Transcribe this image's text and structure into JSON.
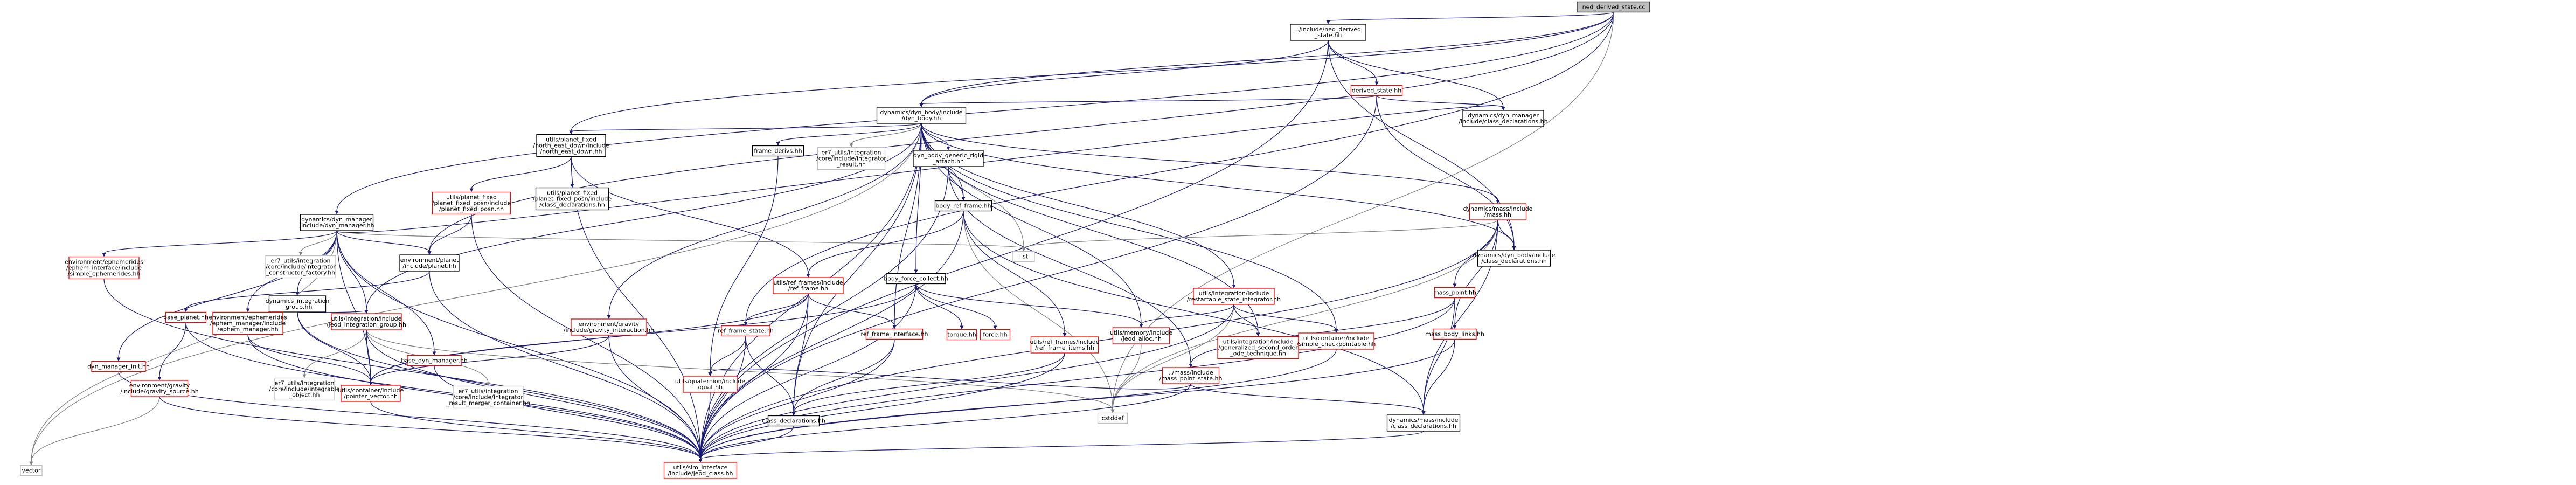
{
  "colors": {
    "root_fill": "#bfbfbf",
    "default_fill": "#ffffff",
    "default_stroke": "#000000",
    "missing_stroke": "#ff0000",
    "external_stroke": "#bfbfbf",
    "edge": "#191970",
    "edge_gray": "#7f7f7f"
  },
  "nodes": [
    {
      "id": "n1",
      "lines": [
        "ned_derived_state.cc"
      ],
      "kind": "root"
    },
    {
      "id": "n2",
      "lines": [
        "../include/ned_derived",
        "_state.hh"
      ],
      "kind": "default"
    },
    {
      "id": "n3",
      "lines": [
        "derived_state.hh"
      ],
      "kind": "missing"
    },
    {
      "id": "n4",
      "lines": [
        "dynamics/dyn_manager",
        "/include/class_declarations.hh"
      ],
      "kind": "default"
    },
    {
      "id": "n5",
      "lines": [
        "dynamics/dyn_body/include",
        "/dyn_body.hh"
      ],
      "kind": "default"
    },
    {
      "id": "n6",
      "lines": [
        "utils/planet_fixed",
        "/north_east_down/include",
        "/north_east_down.hh"
      ],
      "kind": "default"
    },
    {
      "id": "n7",
      "lines": [
        "frame_derivs.hh"
      ],
      "kind": "default"
    },
    {
      "id": "n8",
      "lines": [
        "er7_utils/integration",
        "/core/include/integrator",
        "_result.hh"
      ],
      "kind": "external"
    },
    {
      "id": "n9",
      "lines": [
        "dyn_body_generic_rigid",
        "_attach.hh"
      ],
      "kind": "default"
    },
    {
      "id": "n10",
      "lines": [
        "dynamics/mass/include",
        "/mass.hh"
      ],
      "kind": "missing"
    },
    {
      "id": "n11",
      "lines": [
        "dynamics/dyn_manager",
        "/include/dyn_manager.hh"
      ],
      "kind": "default"
    },
    {
      "id": "n12",
      "lines": [
        "utils/planet_fixed",
        "/planet_fixed_posn/include",
        "/planet_fixed_posn.hh"
      ],
      "kind": "missing"
    },
    {
      "id": "n13",
      "lines": [
        "utils/planet_fixed",
        "/planet_fixed_posn/include",
        "/class_declarations.hh"
      ],
      "kind": "default"
    },
    {
      "id": "n14",
      "lines": [
        "body_ref_frame.hh"
      ],
      "kind": "default"
    },
    {
      "id": "n15",
      "lines": [
        "environment/ephemerides",
        "/ephem_interface/include",
        "/simple_ephemerides.hh"
      ],
      "kind": "missing"
    },
    {
      "id": "n16",
      "lines": [
        "er7_utils/integration",
        "/core/include/integrator",
        "_constructor_factory.hh"
      ],
      "kind": "external"
    },
    {
      "id": "n17",
      "lines": [
        "dynamics_integration",
        "_group.hh"
      ],
      "kind": "default"
    },
    {
      "id": "n18",
      "lines": [
        "environment/planet",
        "/include/planet.hh"
      ],
      "kind": "default"
    },
    {
      "id": "n19",
      "lines": [
        "list"
      ],
      "kind": "external"
    },
    {
      "id": "n20",
      "lines": [
        "dynamics/dyn_body/include",
        "/class_declarations.hh"
      ],
      "kind": "default"
    },
    {
      "id": "n21",
      "lines": [
        "utils/ref_frames/include",
        "/ref_frame.hh"
      ],
      "kind": "missing"
    },
    {
      "id": "n22",
      "lines": [
        "body_force_collect.hh"
      ],
      "kind": "default"
    },
    {
      "id": "n23",
      "lines": [
        "utils/integration/include",
        "/restartable_state_integrator.hh"
      ],
      "kind": "missing"
    },
    {
      "id": "n24",
      "lines": [
        "mass_point.hh"
      ],
      "kind": "missing"
    },
    {
      "id": "n25",
      "lines": [
        "base_planet.hh"
      ],
      "kind": "missing"
    },
    {
      "id": "n26",
      "lines": [
        "environment/ephemerides",
        "/ephem_manager/include",
        "/ephem_manager.hh"
      ],
      "kind": "missing"
    },
    {
      "id": "n27",
      "lines": [
        "utils/integration/include",
        "/jeod_integration_group.hh"
      ],
      "kind": "missing"
    },
    {
      "id": "n28",
      "lines": [
        "environment/gravity",
        "/include/gravity_interaction.hh"
      ],
      "kind": "missing"
    },
    {
      "id": "n29",
      "lines": [
        "ref_frame_state.hh"
      ],
      "kind": "missing"
    },
    {
      "id": "n30",
      "lines": [
        "ref_frame_interface.hh"
      ],
      "kind": "missing"
    },
    {
      "id": "n31",
      "lines": [
        "torque.hh"
      ],
      "kind": "missing"
    },
    {
      "id": "n32",
      "lines": [
        "force.hh"
      ],
      "kind": "missing"
    },
    {
      "id": "n33",
      "lines": [
        "utils/ref_frames/include",
        "/ref_frame_items.hh"
      ],
      "kind": "missing"
    },
    {
      "id": "n34",
      "lines": [
        "utils/memory/include",
        "/jeod_alloc.hh"
      ],
      "kind": "missing"
    },
    {
      "id": "n35",
      "lines": [
        "../mass/include",
        "/mass_point_state.hh"
      ],
      "kind": "missing"
    },
    {
      "id": "n36",
      "lines": [
        "utils/integration/include",
        "/generalized_second_order",
        "_ode_technique.hh"
      ],
      "kind": "missing"
    },
    {
      "id": "n37",
      "lines": [
        "utils/container/include",
        "/simple_checkpointable.hh"
      ],
      "kind": "missing"
    },
    {
      "id": "n38",
      "lines": [
        "mass_body_links.hh"
      ],
      "kind": "missing"
    },
    {
      "id": "n39",
      "lines": [
        "dyn_manager_init.hh"
      ],
      "kind": "missing"
    },
    {
      "id": "n40",
      "lines": [
        "environment/gravity",
        "/include/gravity_source.hh"
      ],
      "kind": "missing"
    },
    {
      "id": "n41",
      "lines": [
        "er7_utils/integration",
        "/core/include/integrable",
        "_object.hh"
      ],
      "kind": "external"
    },
    {
      "id": "n42",
      "lines": [
        "utils/container/include",
        "/pointer_vector.hh"
      ],
      "kind": "missing"
    },
    {
      "id": "n43",
      "lines": [
        "er7_utils/integration",
        "/core/include/integrator",
        "_result_merger_container.hh"
      ],
      "kind": "external"
    },
    {
      "id": "n44",
      "lines": [
        "base_dyn_manager.hh"
      ],
      "kind": "missing"
    },
    {
      "id": "n45",
      "lines": [
        "utils/quaternion/include",
        "/quat.hh"
      ],
      "kind": "missing"
    },
    {
      "id": "n46",
      "lines": [
        "class_declarations.hh"
      ],
      "kind": "default"
    },
    {
      "id": "n47",
      "lines": [
        "cstddef"
      ],
      "kind": "external"
    },
    {
      "id": "n48",
      "lines": [
        "dynamics/mass/include",
        "/class_declarations.hh"
      ],
      "kind": "default"
    },
    {
      "id": "n49",
      "lines": [
        "vector"
      ],
      "kind": "external"
    },
    {
      "id": "n50",
      "lines": [
        "utils/sim_interface",
        "/include/jeod_class.hh"
      ],
      "kind": "missing"
    }
  ],
  "edges": [
    [
      "n1",
      "n2"
    ],
    [
      "n1",
      "n5"
    ],
    [
      "n1",
      "n6"
    ],
    [
      "n1",
      "n11"
    ],
    [
      "n1",
      "n18"
    ],
    [
      "n1",
      "n29"
    ],
    [
      "n1",
      "n47"
    ],
    [
      "n2",
      "n3"
    ],
    [
      "n2",
      "n4"
    ],
    [
      "n2",
      "n5"
    ],
    [
      "n2",
      "n20"
    ],
    [
      "n2",
      "n50"
    ],
    [
      "n3",
      "n4"
    ],
    [
      "n3",
      "n5"
    ],
    [
      "n3",
      "n20"
    ],
    [
      "n3",
      "n50"
    ],
    [
      "n5",
      "n6"
    ],
    [
      "n5",
      "n7"
    ],
    [
      "n5",
      "n8"
    ],
    [
      "n5",
      "n9"
    ],
    [
      "n5",
      "n10"
    ],
    [
      "n5",
      "n14"
    ],
    [
      "n5",
      "n19"
    ],
    [
      "n5",
      "n22"
    ],
    [
      "n5",
      "n23"
    ],
    [
      "n5",
      "n27"
    ],
    [
      "n5",
      "n28"
    ],
    [
      "n5",
      "n30"
    ],
    [
      "n5",
      "n34"
    ],
    [
      "n5",
      "n36"
    ],
    [
      "n5",
      "n37"
    ],
    [
      "n5",
      "n49"
    ],
    [
      "n5",
      "n50"
    ],
    [
      "n5",
      "n46"
    ],
    [
      "n5",
      "n20"
    ],
    [
      "n6",
      "n12"
    ],
    [
      "n6",
      "n13"
    ],
    [
      "n6",
      "n21"
    ],
    [
      "n6",
      "n50"
    ],
    [
      "n7",
      "n45"
    ],
    [
      "n9",
      "n14"
    ],
    [
      "n9",
      "n35"
    ],
    [
      "n9",
      "n50"
    ],
    [
      "n10",
      "n24"
    ],
    [
      "n10",
      "n38"
    ],
    [
      "n10",
      "n19"
    ],
    [
      "n10",
      "n20"
    ],
    [
      "n10",
      "n47"
    ],
    [
      "n10",
      "n48"
    ],
    [
      "n10",
      "n50"
    ],
    [
      "n11",
      "n4"
    ],
    [
      "n11",
      "n15"
    ],
    [
      "n11",
      "n16"
    ],
    [
      "n11",
      "n17"
    ],
    [
      "n11",
      "n18"
    ],
    [
      "n11",
      "n19"
    ],
    [
      "n11",
      "n26"
    ],
    [
      "n11",
      "n27"
    ],
    [
      "n11",
      "n39"
    ],
    [
      "n11",
      "n44"
    ],
    [
      "n11",
      "n49"
    ],
    [
      "n11",
      "n50"
    ],
    [
      "n11",
      "n42"
    ],
    [
      "n12",
      "n18"
    ],
    [
      "n12",
      "n50"
    ],
    [
      "n14",
      "n21"
    ],
    [
      "n14",
      "n33"
    ],
    [
      "n14",
      "n47"
    ],
    [
      "n14",
      "n48"
    ],
    [
      "n14",
      "n50"
    ],
    [
      "n15",
      "n50"
    ],
    [
      "n17",
      "n27"
    ],
    [
      "n17",
      "n42"
    ],
    [
      "n17",
      "n50"
    ],
    [
      "n18",
      "n25"
    ],
    [
      "n18",
      "n50"
    ],
    [
      "n21",
      "n29"
    ],
    [
      "n21",
      "n30"
    ],
    [
      "n21",
      "n46"
    ],
    [
      "n21",
      "n50"
    ],
    [
      "n21",
      "n42"
    ],
    [
      "n22",
      "n31"
    ],
    [
      "n22",
      "n32"
    ],
    [
      "n22",
      "n34"
    ],
    [
      "n22",
      "n42"
    ],
    [
      "n22",
      "n50"
    ],
    [
      "n23",
      "n34"
    ],
    [
      "n23",
      "n36"
    ],
    [
      "n23",
      "n37"
    ],
    [
      "n23",
      "n47"
    ],
    [
      "n23",
      "n50"
    ],
    [
      "n24",
      "n35"
    ],
    [
      "n24",
      "n48"
    ],
    [
      "n24",
      "n50"
    ],
    [
      "n25",
      "n40"
    ],
    [
      "n25",
      "n50"
    ],
    [
      "n26",
      "n50"
    ],
    [
      "n26",
      "n42"
    ],
    [
      "n27",
      "n41"
    ],
    [
      "n27",
      "n43"
    ],
    [
      "n27",
      "n42"
    ],
    [
      "n27",
      "n47"
    ],
    [
      "n27",
      "n50"
    ],
    [
      "n28",
      "n42"
    ],
    [
      "n28",
      "n50"
    ],
    [
      "n29",
      "n45"
    ],
    [
      "n29",
      "n46"
    ],
    [
      "n29",
      "n50"
    ],
    [
      "n30",
      "n46"
    ],
    [
      "n30",
      "n50"
    ],
    [
      "n33",
      "n46"
    ],
    [
      "n33",
      "n50"
    ],
    [
      "n34",
      "n47"
    ],
    [
      "n35",
      "n45"
    ],
    [
      "n35",
      "n48"
    ],
    [
      "n35",
      "n50"
    ],
    [
      "n37",
      "n50"
    ],
    [
      "n38",
      "n48"
    ],
    [
      "n38",
      "n50"
    ],
    [
      "n39",
      "n50"
    ],
    [
      "n40",
      "n49"
    ],
    [
      "n40",
      "n50"
    ],
    [
      "n42",
      "n50"
    ],
    [
      "n44",
      "n50"
    ],
    [
      "n45",
      "n50"
    ],
    [
      "n46",
      "n50"
    ],
    [
      "n48",
      "n50"
    ]
  ]
}
